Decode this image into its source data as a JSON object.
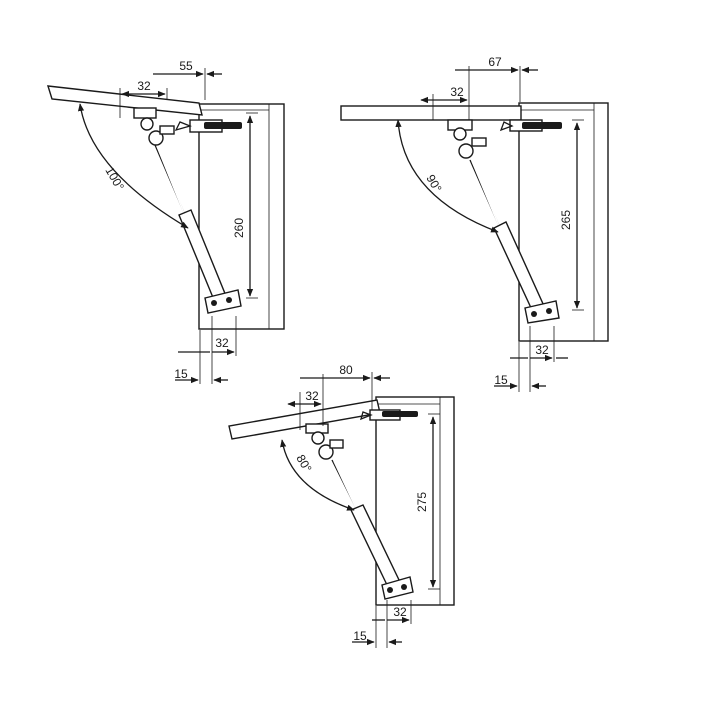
{
  "diagrams": [
    {
      "angle": "100°",
      "height": "260",
      "top_offset": "55",
      "top_spacing": "32",
      "bottom_spacing": "32",
      "bottom_offset": "15"
    },
    {
      "angle": "90°",
      "height": "265",
      "top_offset": "67",
      "top_spacing": "32",
      "bottom_spacing": "32",
      "bottom_offset": "15"
    },
    {
      "angle": "80°",
      "height": "275",
      "top_offset": "80",
      "top_spacing": "32",
      "bottom_spacing": "32",
      "bottom_offset": "15"
    }
  ]
}
